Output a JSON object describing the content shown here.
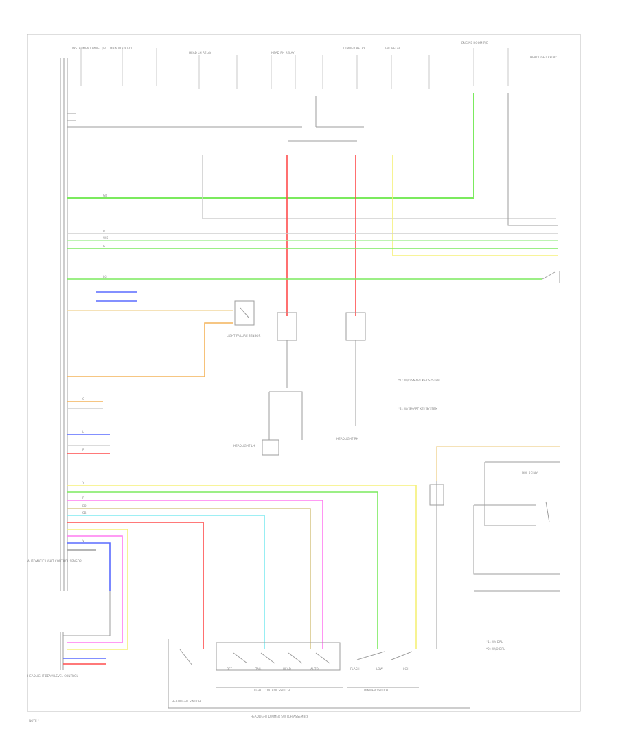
{
  "diagram": {
    "title": "",
    "legend": {
      "item1": "*1 : W/O SMART KEY SYSTEM",
      "item2": "*2 : W/ SMART KEY SYSTEM"
    },
    "bottom_legend": {
      "item1": "*1 : W/ DRL",
      "item2": "*2 : W/O DRL"
    },
    "assembly_label": "HEADLIGHT DIMMER SWITCH ASSEMBLY",
    "headlight_switch": "HEADLIGHT SWITCH",
    "light_control_switch": "LIGHT CONTROL SWITCH",
    "dimmer_switch": "DIMMER SWITCH",
    "switch_positions": [
      "OFF",
      "TAIL",
      "HEAD",
      "AUTO",
      "FLASH",
      "LOW",
      "HIGH"
    ],
    "top_components": [
      "INSTRUMENT PANEL J/B",
      "MAIN BODY ECU",
      "HEAD LH RELAY",
      "HEAD RH RELAY",
      "DIMMER RELAY",
      "TAIL RELAY",
      "ENGINE ROOM R/B",
      "HEADLIGHT RELAY"
    ],
    "mid_components": [
      "AUTOMATIC LIGHT CONTROL SENSOR",
      "LIGHT FAILURE SENSOR",
      "HEADLIGHT LH",
      "HEADLIGHT RH",
      "DRL RELAY",
      "HEADLIGHT BEAM LEVEL CONTROL"
    ],
    "footnote": "NOTE *",
    "wire_colors": [
      "GR",
      "B",
      "W-B",
      "R",
      "G",
      "Y",
      "L",
      "V",
      "P",
      "LG",
      "SB",
      "BR",
      "O"
    ]
  }
}
